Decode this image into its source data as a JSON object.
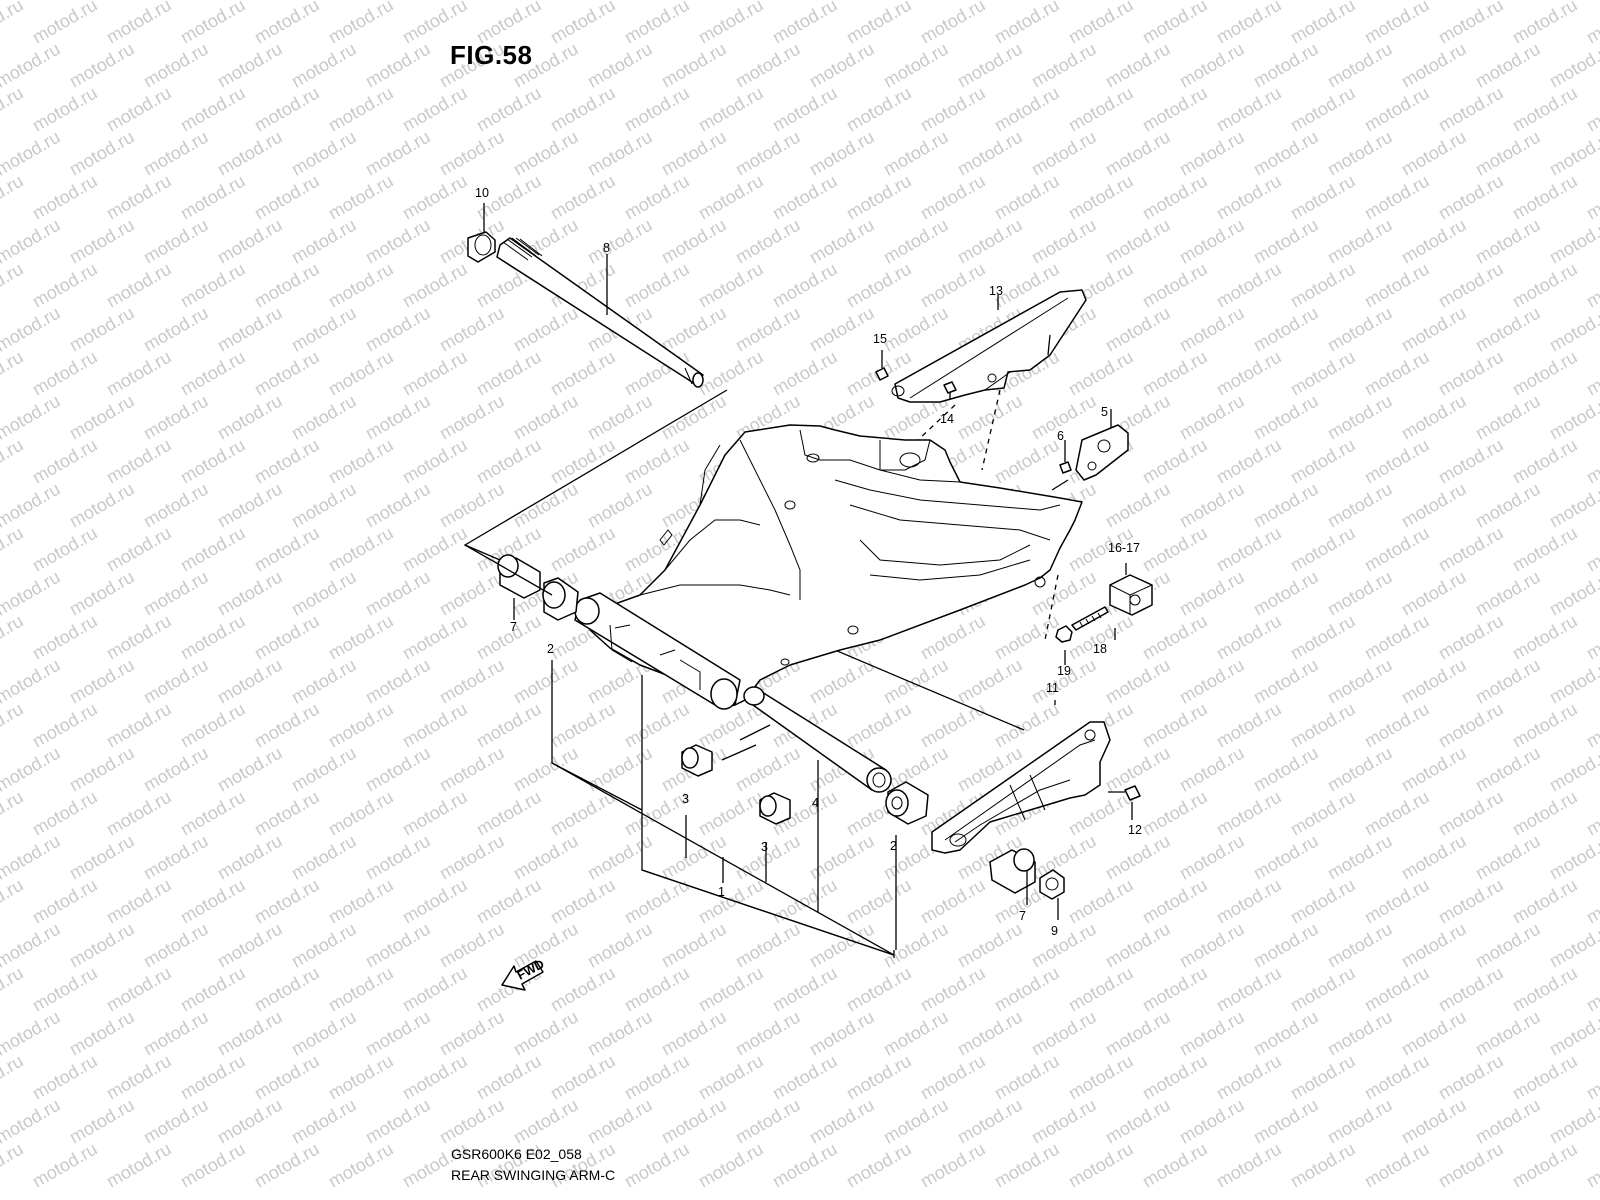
{
  "figure_title": "FIG.58",
  "watermark_text": "motod.ru",
  "fwd_label": "FWD",
  "footer": {
    "code": "GSR600K6 E02_058",
    "title": "REAR SWINGING ARM-C"
  },
  "callouts": [
    {
      "id": "c10",
      "text": "10"
    },
    {
      "id": "c8",
      "text": "8"
    },
    {
      "id": "c13",
      "text": "13"
    },
    {
      "id": "c15",
      "text": "15"
    },
    {
      "id": "c14",
      "text": "14"
    },
    {
      "id": "c6",
      "text": "6"
    },
    {
      "id": "c5",
      "text": "5"
    },
    {
      "id": "c16_17",
      "text": "16-17"
    },
    {
      "id": "c18",
      "text": "18"
    },
    {
      "id": "c19",
      "text": "19"
    },
    {
      "id": "c7a",
      "text": "7"
    },
    {
      "id": "c2a",
      "text": "2"
    },
    {
      "id": "c11",
      "text": "11"
    },
    {
      "id": "c3a",
      "text": "3"
    },
    {
      "id": "c4",
      "text": "4"
    },
    {
      "id": "c3b",
      "text": "3"
    },
    {
      "id": "c2b",
      "text": "2"
    },
    {
      "id": "c12",
      "text": "12"
    },
    {
      "id": "c1",
      "text": "1"
    },
    {
      "id": "c7b",
      "text": "7"
    },
    {
      "id": "c9",
      "text": "9"
    }
  ]
}
